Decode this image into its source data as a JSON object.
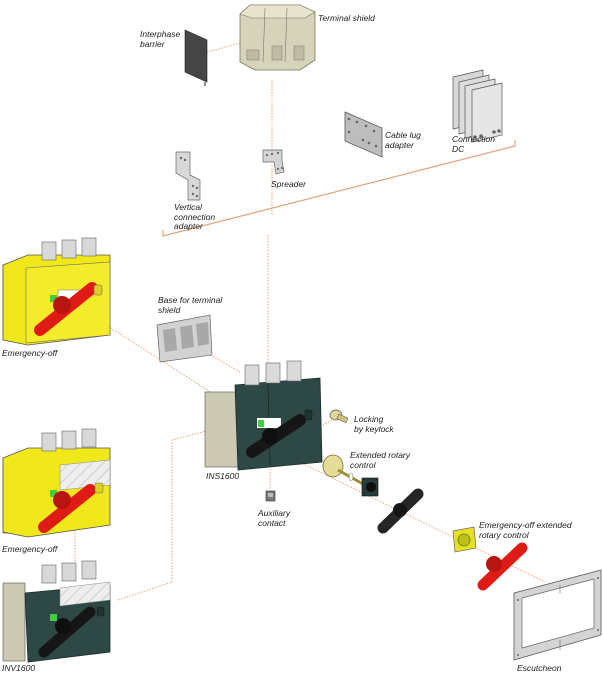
{
  "diagram": {
    "type": "exploded-accessory-view",
    "colors": {
      "leader_line": "#e8a27a",
      "shield_beige": "#d9d6c0",
      "barrier_dark": "#444444",
      "plate_grey": "#c9c9c9",
      "body_yellow": "#f3ea1a",
      "body_teal": "#2f4a48",
      "handle_red": "#e01a14",
      "handle_black": "#2a2a2a",
      "indicator_green": "#3ed13e",
      "knob_cream": "#e6dc9a"
    },
    "labels": {
      "terminal_shield": "Terminal shield",
      "interphase_barrier": "Interphase\nbarrier",
      "spreader": "Spreader",
      "cable_lug_adapter": "Cable lug\nadapter",
      "connection_dc": "Connection\nDC",
      "vertical_connection_adapter": "Vertical\nconnection\nadapter",
      "base_for_terminal_shield": "Base for terminal\nshield",
      "emergency_off_top": "Emergency-off",
      "ins1600": "INS1600",
      "locking_by_keylock": "Locking\nby keylock",
      "extended_rotary_control": "Extended rotary\ncontrol",
      "auxiliary_contact": "Auxiliary\ncontact",
      "emergency_off_middle": "Emergency-off",
      "emergency_off_extended_rotary_control": "Emergency-off extended\nrotary control",
      "inv1600": "INV1600",
      "escutcheon": "Escutcheon"
    }
  }
}
